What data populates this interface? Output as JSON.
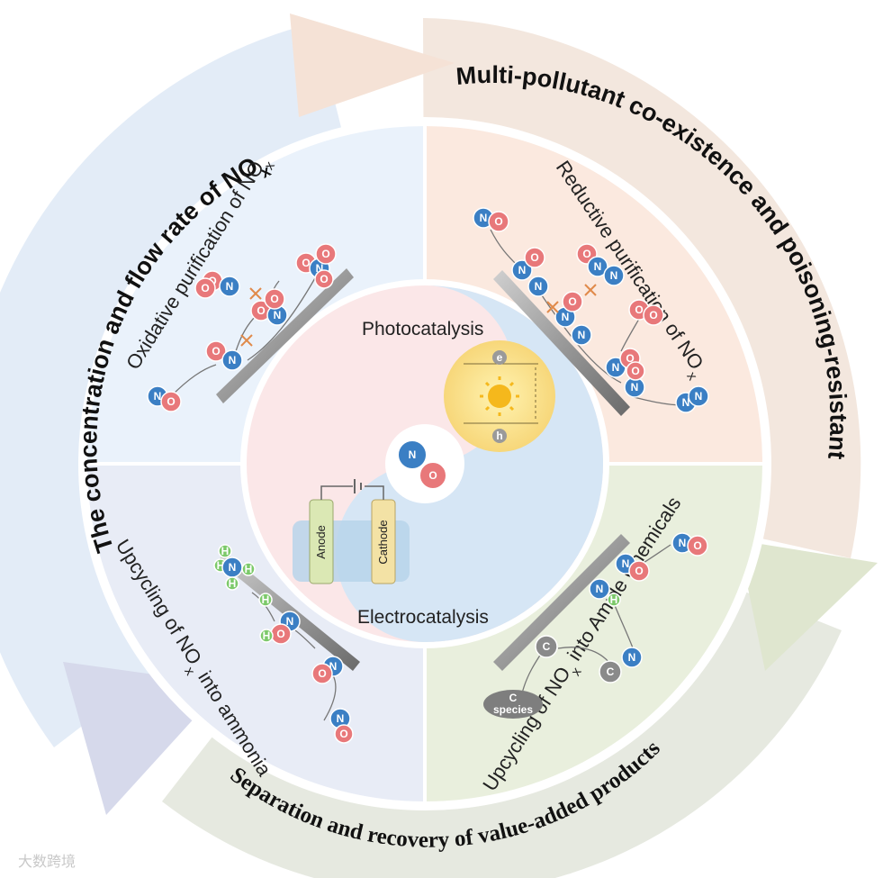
{
  "outer_ring": {
    "left": "The concentration and flow rate of NO",
    "left_sub": "x",
    "top_right": "Multi-pollutant co-existence and poisoning-resistant",
    "bottom": "Separation and recovery of value-added products"
  },
  "quadrants": {
    "top_left": "Oxidative purification of NO",
    "top_left_sub": "x",
    "top_right": "Reductive purification of NO",
    "top_right_sub": "x",
    "bottom_left_a": "Upcycling of NO",
    "bottom_left_sub": "x",
    "bottom_left_b": " into ammonia",
    "bottom_right_a": "Upcycling of NO",
    "bottom_right_sub": "x",
    "bottom_right_b": " into Amide Chemicals"
  },
  "center": {
    "photocatalysis": "Photocatalysis",
    "electrocatalysis": "Electrocatalysis",
    "anode": "Anode",
    "cathode": "Cathode",
    "electron": "e",
    "hole": "h",
    "c_species": "species",
    "c_label": "C"
  },
  "atoms": {
    "n": "N",
    "o": "O",
    "h": "H",
    "c": "C"
  },
  "watermark": "大数跨境",
  "colors": {
    "nitrogen": "#3b7fc4",
    "oxygen": "#e8787a",
    "hydrogen": "#7cc96a",
    "carbon": "#8a8a8a",
    "q_top_left": "#eaf2fb",
    "q_top_right": "#fbe9df",
    "q_bottom_left": "#e8ecf6",
    "q_bottom_right": "#e9efdd"
  }
}
